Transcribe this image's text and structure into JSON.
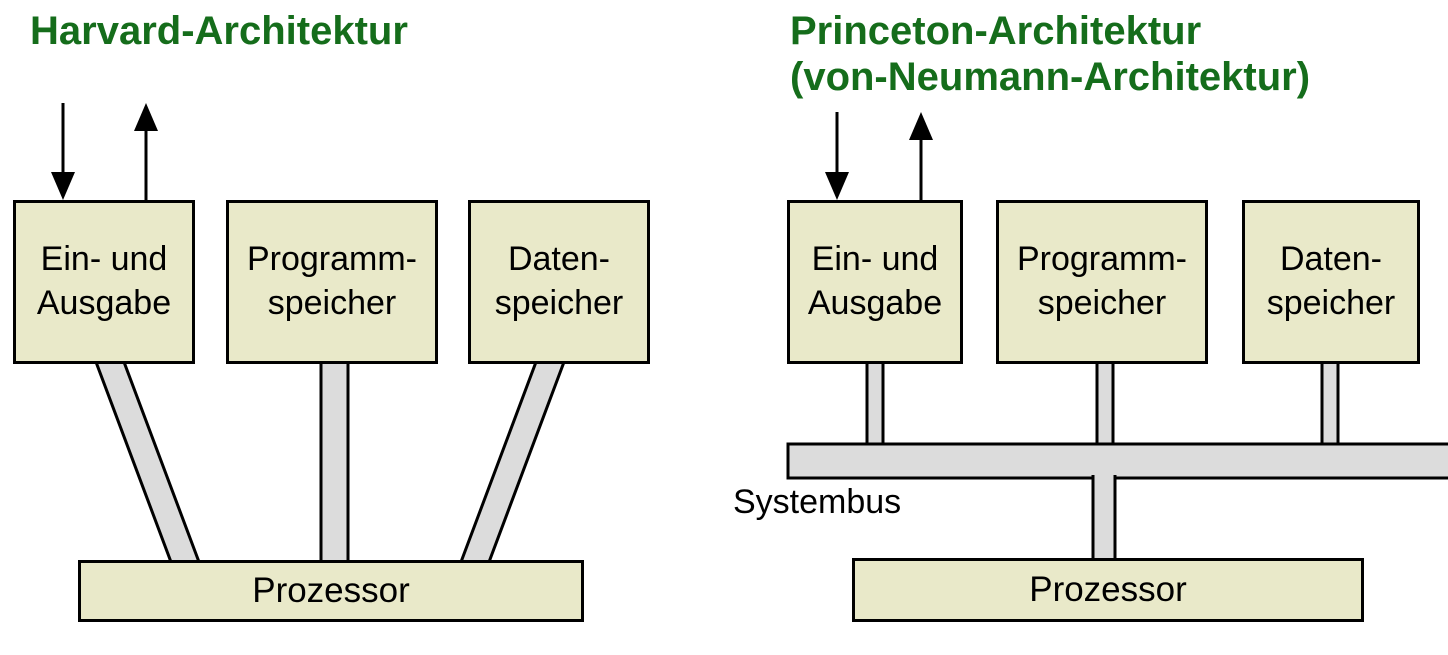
{
  "diagram": {
    "harvard": {
      "title": "Harvard-Architektur",
      "io_box": "Ein- und\nAusgabe",
      "program_box": "Programm-\nspeicher",
      "data_box": "Daten-\nspeicher",
      "processor": "Prozessor"
    },
    "princeton": {
      "title": "Princeton-Architektur\n(von-Neumann-Architektur)",
      "io_box": "Ein- und\nAusgabe",
      "program_box": "Programm-\nspeicher",
      "data_box": "Daten-\nspeicher",
      "bus_label": "Systembus",
      "processor": "Prozessor"
    },
    "colors": {
      "title_green": "#156D1B",
      "box_fill": "#E9E9C9",
      "connector_fill": "#DCDCDC",
      "outline": "#000000"
    }
  }
}
